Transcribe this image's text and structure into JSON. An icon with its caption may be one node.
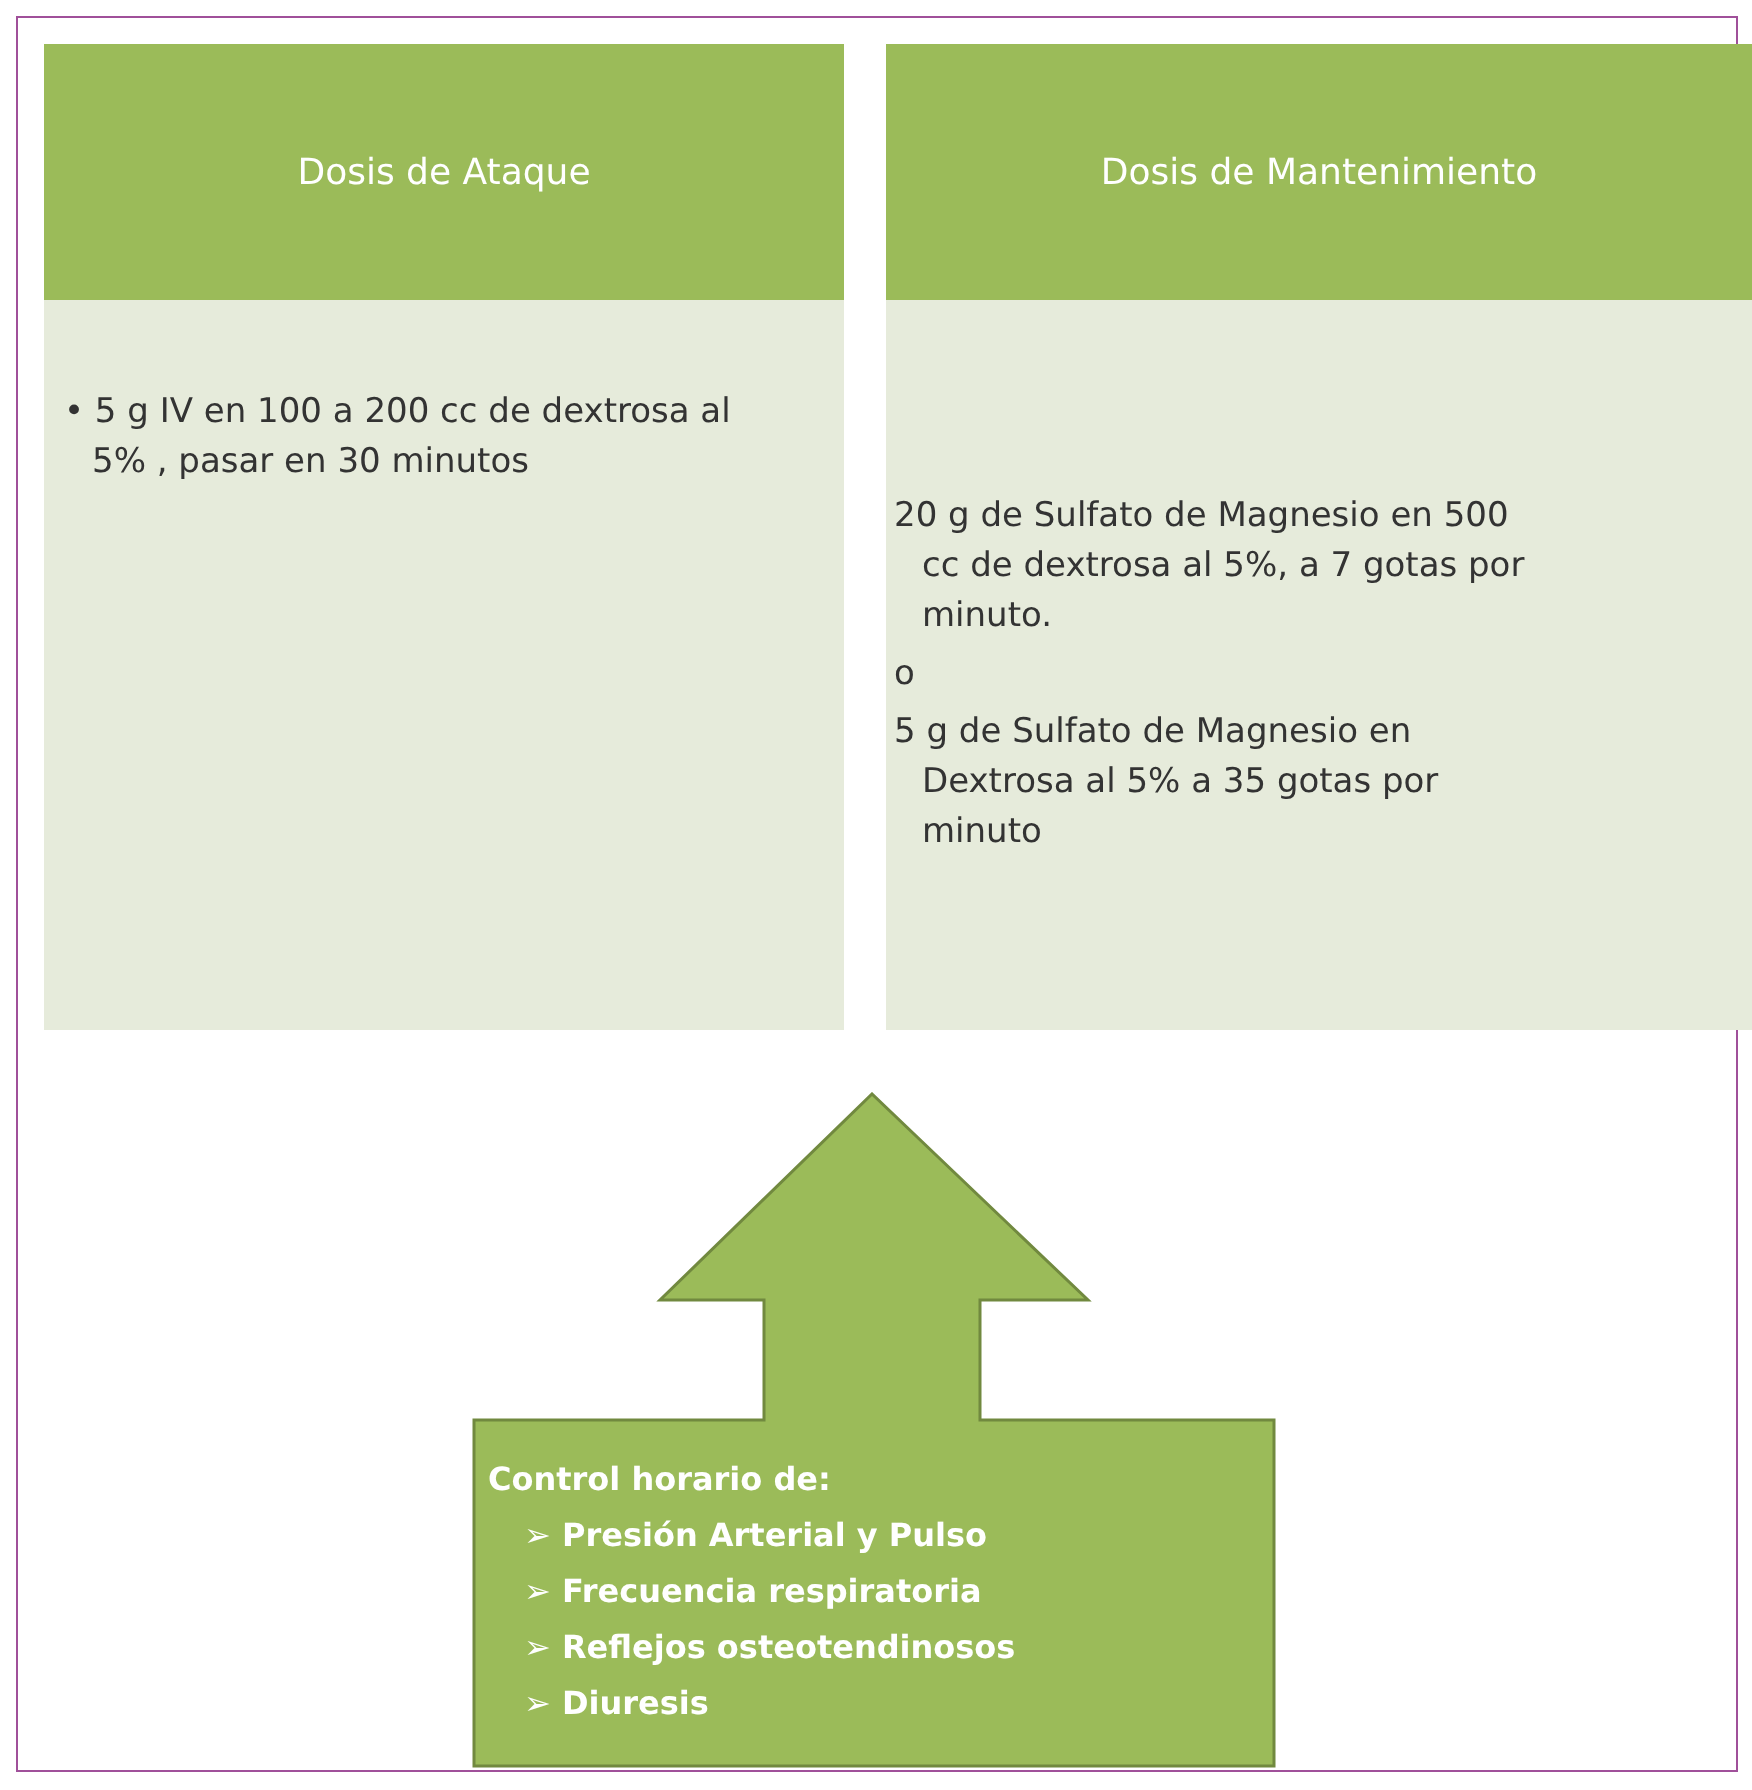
{
  "diagram": {
    "nodes": [
      {
        "text": [
          "Dosis de Ataque"
        ]
      },
      {
        "text": [
          "• 5 g IV en 100 a 200 cc de dextrosa al 5% , pasar  en 30 minutos"
        ]
      },
      {
        "text": [
          "Dosis de Mantenimiento"
        ]
      },
      {
        "text": [
          "20 g de Sulfato de Magnesio en 500 cc de dextrosa al 5%, a 7 gotas por minuto.",
          "o",
          "5 g de Sulfato de Magnesio en Dextrosa al 5% a 35 gotas por minuto"
        ]
      },
      {
        "text": [
          "Control horario de:",
          "➢ Presión Arterial y Pulso",
          "➢ Frecuencia respiratoria",
          "➢ Reflejos osteotendinosos",
          "➢ Diuresis"
        ]
      }
    ],
    "edges": []
  }
}
